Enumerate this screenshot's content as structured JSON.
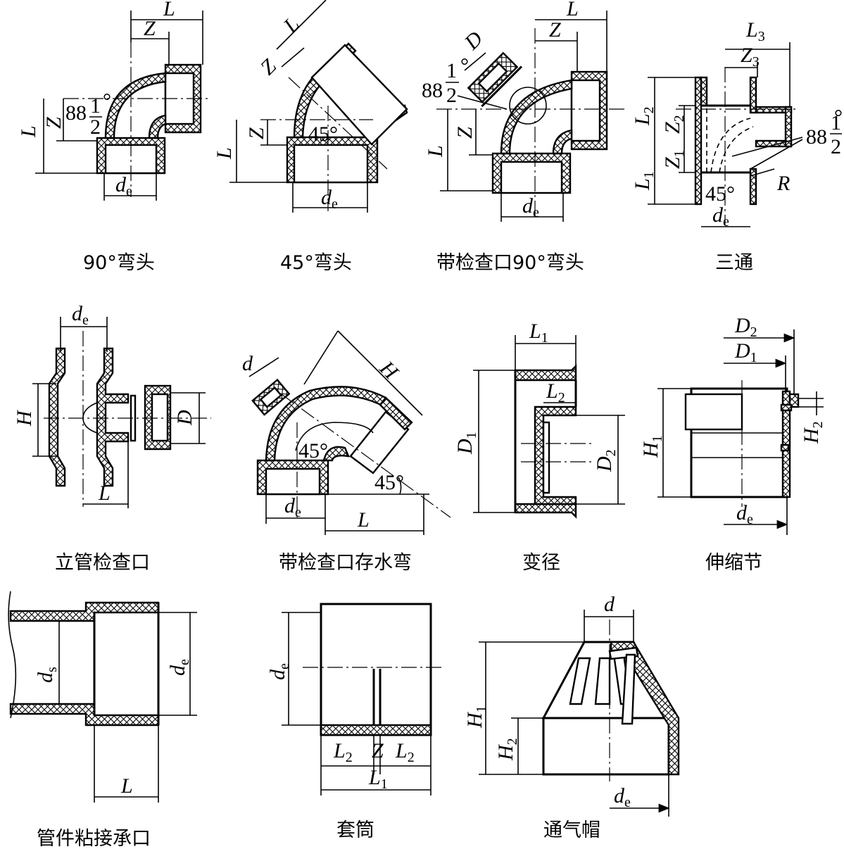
{
  "captions": {
    "elbow90": "90°弯头",
    "elbow45": "45°弯头",
    "elbow90_inspection": "带检查口90°弯头",
    "tee": "三通",
    "riser_inspection": "立管检查口",
    "trap_inspection": "带检查口存水弯",
    "reducer": "变径",
    "expansion_joint": "伸缩节",
    "socket": "管件粘接承口",
    "sleeve": "套筒",
    "vent_cap": "通气帽"
  },
  "labels": {
    "L": "L",
    "Z": "Z",
    "D": "D",
    "d": "d",
    "H": "H",
    "R": "R",
    "d_main": "d",
    "e_sub": "e",
    "s_sub": "s",
    "L1": "L",
    "L2": "L",
    "L3": "L",
    "Z1": "Z",
    "Z2": "Z",
    "Z3": "Z",
    "D1": "D",
    "D2": "D",
    "H1": "H",
    "H2": "H",
    "one": "1",
    "two": "2",
    "three": "3",
    "angle88": "88",
    "frac_num": "1",
    "frac_den": "2",
    "deg": "°",
    "angle45": "45°"
  }
}
